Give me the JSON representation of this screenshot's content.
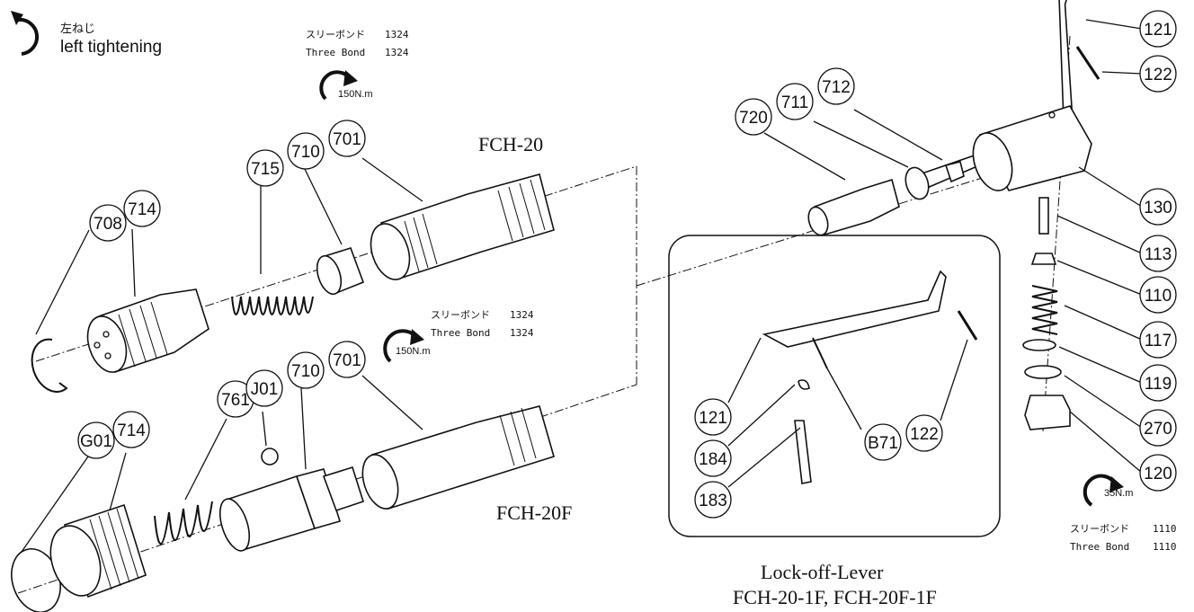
{
  "left_tightening": {
    "jp": "左ねじ",
    "en": "left tightening"
  },
  "torque_notes": [
    {
      "jp_label": "スリーボンド",
      "jp_value": "1324",
      "en_label": "Three Bond",
      "en_value": "1324",
      "torque": "150N.m"
    },
    {
      "jp_label": "スリーボンド",
      "jp_value": "1324",
      "en_label": "Three Bond",
      "en_value": "1324",
      "torque": "150N.m"
    },
    {
      "jp_label": "スリーボンド",
      "jp_value": "1110",
      "en_label": "Three Bond",
      "en_value": "1110",
      "torque": "35N.m"
    }
  ],
  "model_labels": {
    "upper": "FCH-20",
    "lower": "FCH-20F"
  },
  "inset_caption": {
    "line1": "Lock-off-Lever",
    "line2": "FCH-20-1F, FCH-20F-1F"
  },
  "part_numbers": {
    "upper": [
      "708",
      "714",
      "715",
      "710",
      "701"
    ],
    "lower": [
      "G01",
      "714",
      "761",
      "J01",
      "710",
      "701"
    ],
    "handle": [
      "720",
      "711",
      "712",
      "121",
      "122",
      "130",
      "113",
      "110",
      "117",
      "119",
      "270",
      "120"
    ],
    "inset": [
      "121",
      "184",
      "183",
      "B71",
      "122"
    ]
  }
}
